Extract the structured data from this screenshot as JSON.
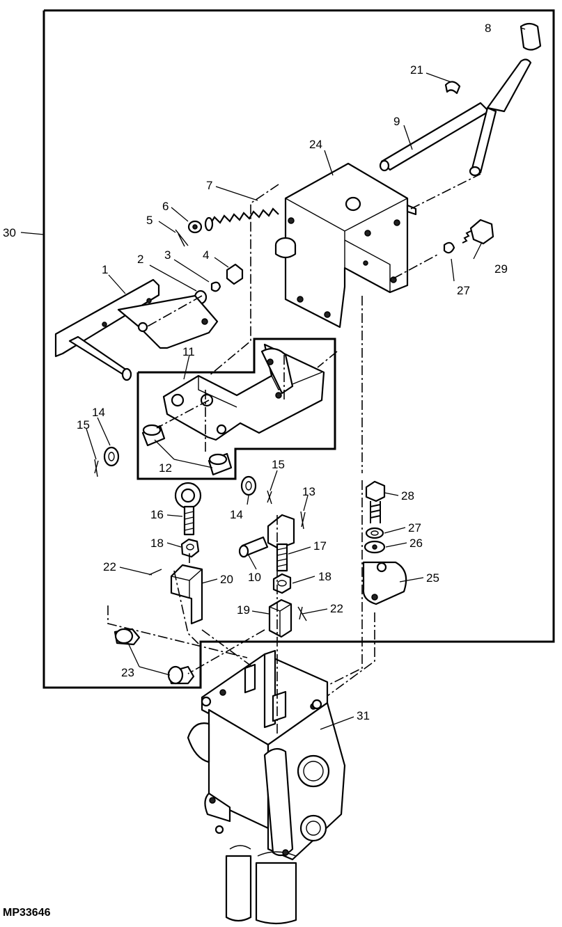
{
  "diagram": {
    "reference": "MP33646",
    "callouts": [
      "1",
      "2",
      "3",
      "4",
      "5",
      "6",
      "7",
      "8",
      "9",
      "10",
      "11",
      "12",
      "13",
      "14",
      "14",
      "15",
      "15",
      "16",
      "17",
      "18",
      "18",
      "19",
      "20",
      "21",
      "22",
      "22",
      "23",
      "24",
      "25",
      "26",
      "27",
      "27",
      "28",
      "29",
      "30",
      "31"
    ]
  }
}
